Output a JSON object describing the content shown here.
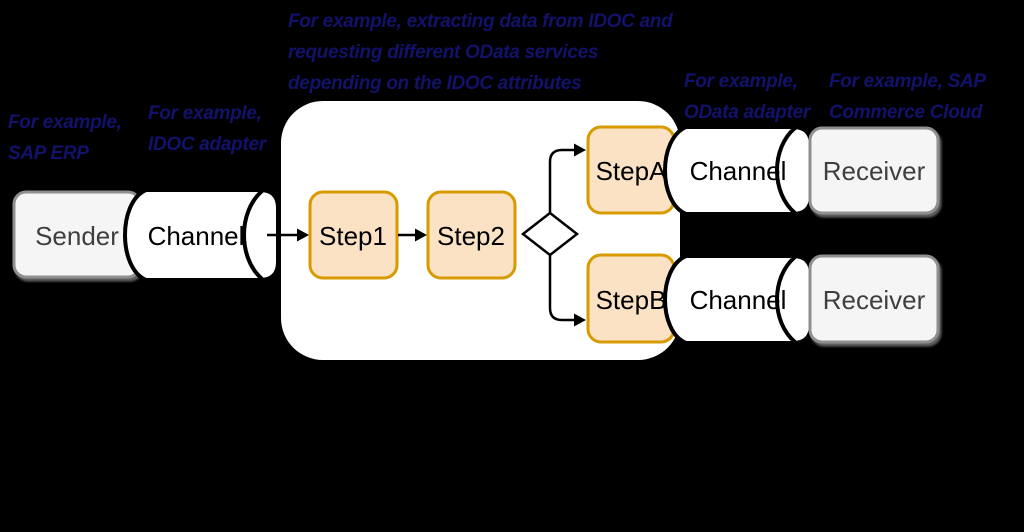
{
  "colors": {
    "background": "#000000",
    "annotation_text": "#12126B",
    "container_fill": "#FFFFFF",
    "step_fill": "#FBE2C5",
    "step_border": "#D79B00",
    "endpoint_fill": "#F5F5F5",
    "endpoint_border": "#8F8F8F",
    "endpoint_text": "#3F3F3F",
    "connector": "#000000"
  },
  "nodes": {
    "sender": {
      "label": "Sender"
    },
    "channel_in": {
      "label": "Channel"
    },
    "step1": {
      "label": "Step1"
    },
    "step2": {
      "label": "Step2"
    },
    "step_a": {
      "label": "StepA"
    },
    "step_b": {
      "label": "StepB"
    },
    "channel_out_a": {
      "label": "Channel"
    },
    "channel_out_b": {
      "label": "Channel"
    },
    "receiver_a": {
      "label": "Receiver"
    },
    "receiver_b": {
      "label": "Receiver"
    }
  },
  "annotations": {
    "flow_logic": {
      "lines": [
        "For example, extracting data from IDOC and",
        "requesting different OData services",
        "depending on the IDOC attributes"
      ]
    },
    "sender": {
      "lines": [
        "For example,",
        "SAP ERP"
      ]
    },
    "sender_channel": {
      "lines": [
        "For example,",
        "IDOC adapter"
      ]
    },
    "receiver_channel": {
      "lines": [
        "For example,",
        "OData adapter"
      ]
    },
    "receiver": {
      "lines": [
        "For example, SAP",
        "Commerce Cloud"
      ]
    }
  }
}
